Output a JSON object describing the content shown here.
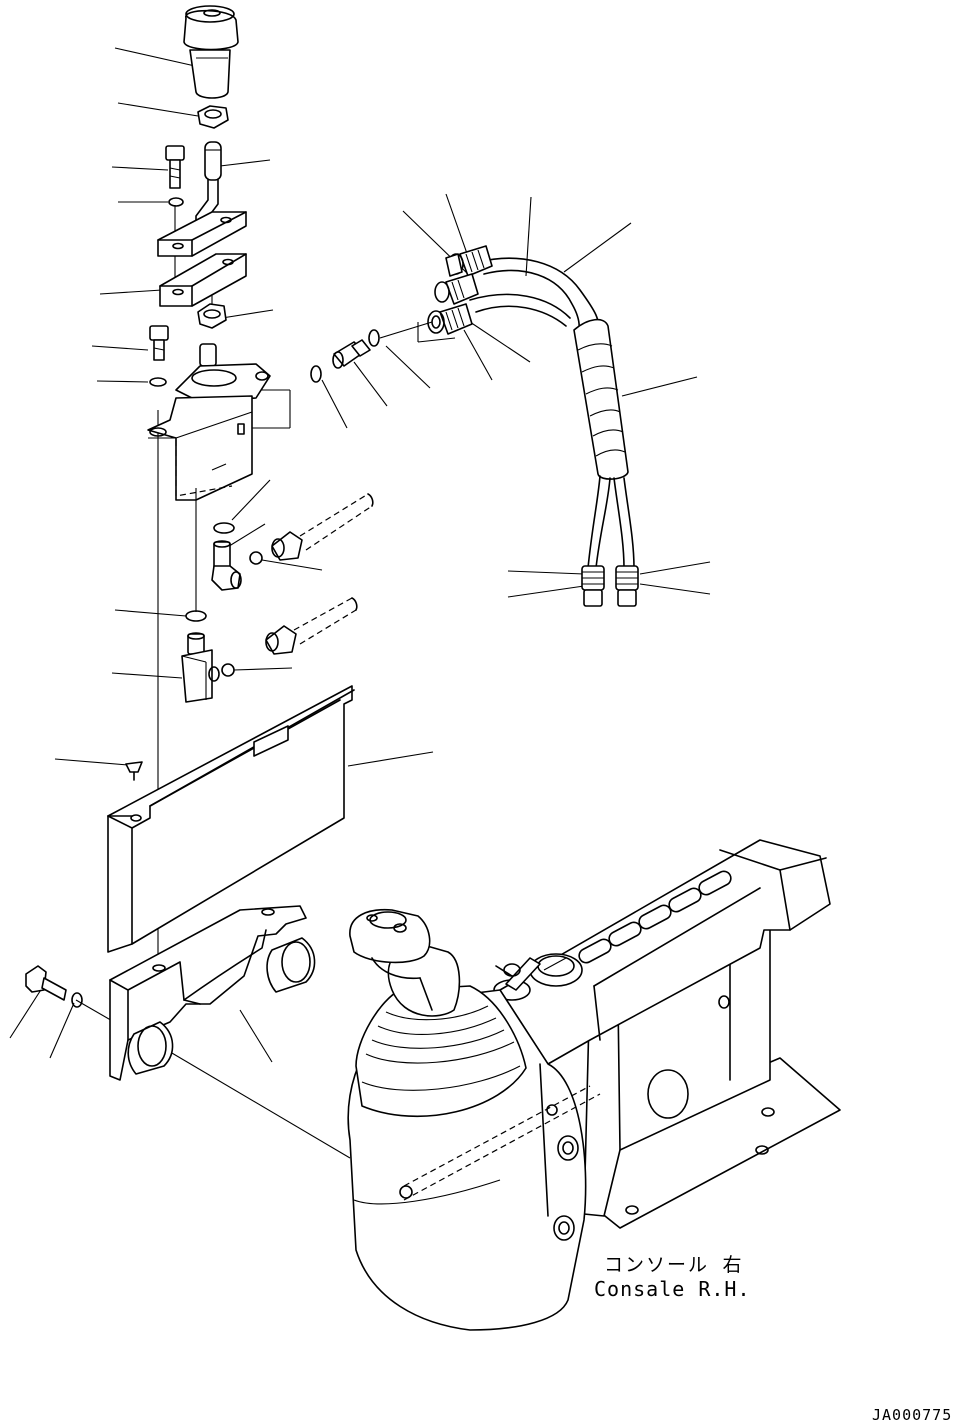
{
  "labels": {
    "console_jp": "コンソール 右",
    "console_en": "Consale R.H.",
    "drawing_code": "JA000775"
  },
  "colors": {
    "line": "#000000",
    "background": "#ffffff"
  }
}
